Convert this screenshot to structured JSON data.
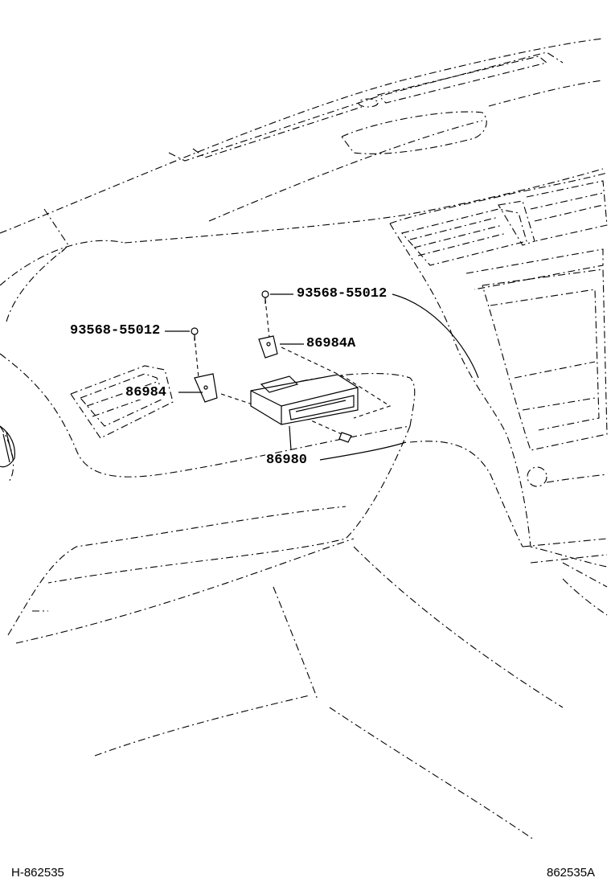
{
  "callouts": {
    "bolt_upper": "93568-55012",
    "bolt_left": "93568-55012",
    "bracket_right": "86984A",
    "bracket_left": "86984",
    "unit": "86980"
  },
  "footer": {
    "left_code": "H-862535",
    "right_code": "862535A"
  }
}
